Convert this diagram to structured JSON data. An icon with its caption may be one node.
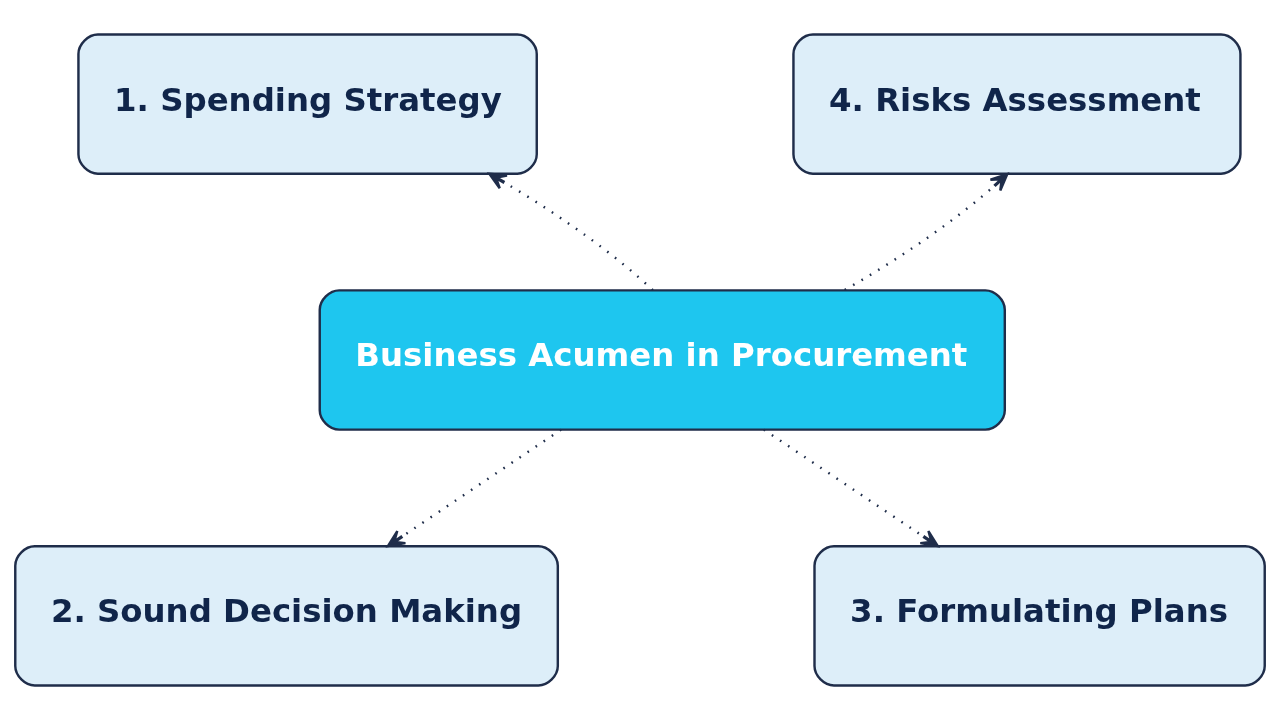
{
  "diagram": {
    "nodes": [
      {
        "text": [
          "1. Spending Strategy"
        ]
      },
      {
        "text": [
          "4. Risks Assessment"
        ]
      },
      {
        "text": [
          "Business Acumen in Procurement"
        ]
      },
      {
        "text": [
          "2. Sound Decision Making"
        ]
      },
      {
        "text": [
          "3. Formulating Plans"
        ]
      }
    ],
    "edges": [
      {
        "from": 2,
        "to": 0,
        "arrow": "to",
        "style": "dashed"
      },
      {
        "from": 2,
        "to": 1,
        "arrow": "to",
        "style": "dashed"
      },
      {
        "from": 2,
        "to": 3,
        "arrow": "to",
        "style": "dashed"
      },
      {
        "from": 2,
        "to": 4,
        "arrow": "to",
        "style": "dashed"
      }
    ]
  }
}
